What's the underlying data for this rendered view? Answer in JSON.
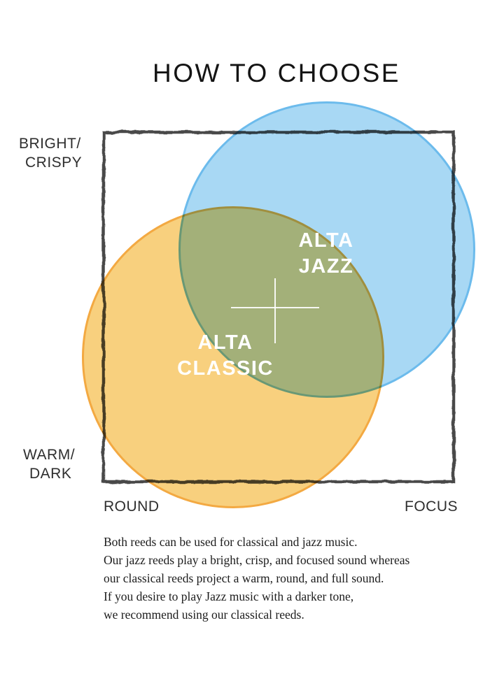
{
  "title": "HOW TO CHOOSE",
  "diagram": {
    "axis": {
      "top_left_line1": "BRIGHT/",
      "top_left_line2": "CRISPY",
      "bottom_left_line1": "WARM/",
      "bottom_left_line2": "DARK",
      "bottom_axis_left": "ROUND",
      "bottom_axis_right": "FOCUS"
    },
    "jazz": {
      "line1": "ALTA",
      "line2": "JAZZ"
    },
    "classic": {
      "line1": "ALTA",
      "line2": "CLASSIC"
    }
  },
  "description": {
    "lines": [
      "Both reeds can be used for classical and jazz music.",
      "Our jazz reeds play a bright, crisp, and focused sound whereas",
      "our classical reeds project a warm, round, and full sound.",
      "If you desire to play Jazz music with a darker tone,",
      "we recommend using our classical reeds."
    ]
  },
  "colors": {
    "jazz_fill": "#a8d8f4",
    "jazz_stroke": "#6cbbec",
    "classic_fill": "#f8d07e",
    "classic_stroke": "#f3a942",
    "box_stroke": "#4a4a4a",
    "cross_color": "#ffffff",
    "label_color": "#ffffff"
  }
}
